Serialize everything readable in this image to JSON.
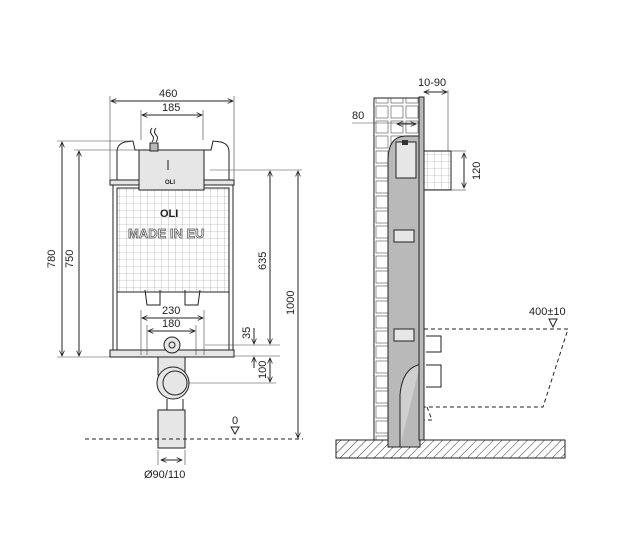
{
  "front_view": {
    "dim_width_total": "460",
    "dim_width_flush": "185",
    "dim_height_780": "780",
    "dim_height_750": "750",
    "dim_635": "635",
    "dim_1000": "1000",
    "dim_35": "35",
    "dim_100": "100",
    "dim_230": "230",
    "dim_180": "180",
    "dim_pipe": "Ø90/110",
    "floor_level": "0",
    "brand_logo": "OLI",
    "brand_text": "MADE IN EU"
  },
  "side_view": {
    "dim_10_90": "10-90",
    "dim_80": "80",
    "dim_120": "120",
    "dim_seat_height": "400±10"
  },
  "colors": {
    "line": "#222222",
    "body_grey": "#b9b9b9"
  }
}
